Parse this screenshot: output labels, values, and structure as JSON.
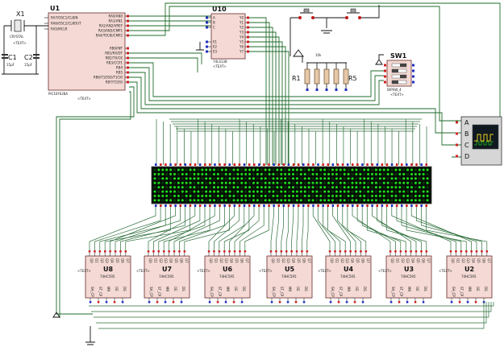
{
  "crystal": {
    "ref": "X1",
    "value": "CRYSTAL",
    "text": "<TEXT>"
  },
  "caps": [
    {
      "ref": "C1",
      "value": "15pF"
    },
    {
      "ref": "C2",
      "value": "15pF"
    }
  ],
  "mcu": {
    "ref": "U1",
    "part": "PIC16F628A",
    "text": "<TEXT>",
    "left_pins": [
      "RA7/OSC1/CLKIN",
      "RA6/OSC2/CLKOUT",
      "RA5/MCLR"
    ],
    "right_pins": [
      "RA0/AN0",
      "RA1/AN1",
      "RA2/AN2/VREF",
      "RA3/AN3/CMP1",
      "RA4/T0CKI/CMP2",
      "RB0/INT",
      "RB1/RX/DT",
      "RB2/TX/CK",
      "RB3/CCP1",
      "RB4",
      "RB5",
      "RB6/T1OSO/T1CKI",
      "RB7/T1OSI"
    ]
  },
  "decoder": {
    "ref": "U10",
    "part": "74LS138",
    "text": "<TEXT>",
    "inputs": [
      "A",
      "B",
      "C",
      "E1",
      "E2",
      "E3"
    ],
    "outputs": [
      "Y0",
      "Y1",
      "Y2",
      "Y3",
      "Y4",
      "Y5",
      "Y6",
      "Y7"
    ]
  },
  "resistors": {
    "first": "R1",
    "last": "R5",
    "values": "10k"
  },
  "dipswitch": {
    "ref": "SW1",
    "part": "DIPSW_4",
    "text": "<TEXT>"
  },
  "oscilloscope": {
    "channels": [
      "A",
      "B",
      "C",
      "D"
    ]
  },
  "shift_registers": {
    "part": "74HC595",
    "text": "<TEXT>",
    "refs": [
      "U8",
      "U7",
      "U6",
      "U5",
      "U4",
      "U3",
      "U2"
    ],
    "top_pins": [
      "Q0",
      "Q1",
      "Q2",
      "Q3",
      "Q4",
      "Q5",
      "Q6",
      "Q7"
    ],
    "bottom_pins": [
      "SH_CP",
      "ST_CP",
      "MR",
      "OE",
      "DS"
    ]
  },
  "colors": {
    "wire": "#1e6b2a",
    "chip": "#f4d9d4",
    "led_on": "#1ee01e",
    "pin_red": "#d02020",
    "pin_blue": "#2030c0",
    "display_bg": "#041004"
  }
}
